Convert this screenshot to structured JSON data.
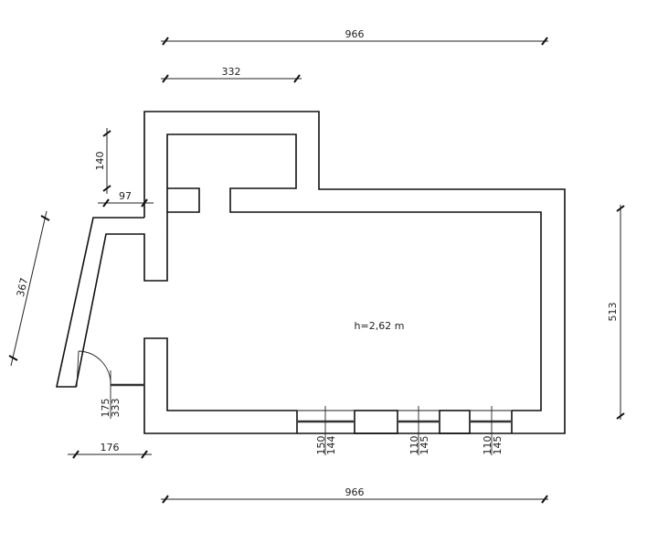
{
  "plan": {
    "ceiling_height": "h=2,62 m",
    "dimensions": {
      "top_total": "966",
      "top_partial": "332",
      "bottom_total": "966",
      "right_height": "513",
      "left_diagonal": "367",
      "left_small_vertical": "140",
      "left_small_horizontal": "97",
      "bottom_left": "176"
    },
    "openings": [
      {
        "width": "175",
        "height": "333"
      },
      {
        "width": "150",
        "height": "144"
      },
      {
        "width": "110",
        "height": "145"
      },
      {
        "width": "110",
        "height": "145"
      }
    ]
  }
}
